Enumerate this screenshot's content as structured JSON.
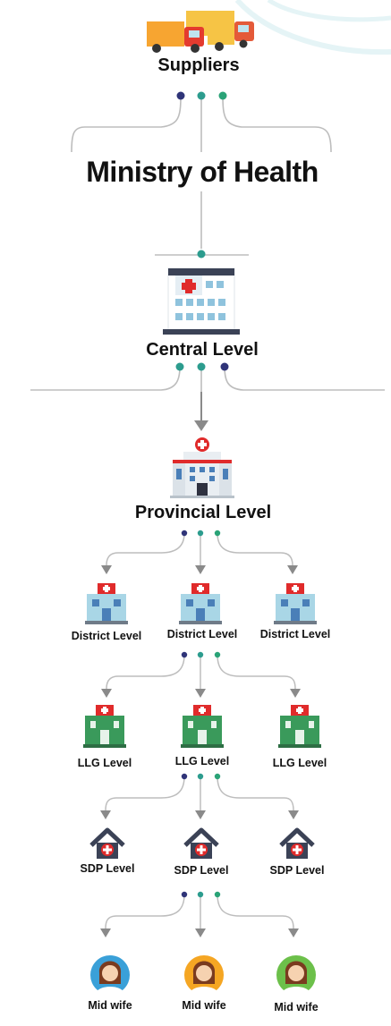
{
  "top": {
    "suppliers": "Suppliers",
    "ministry": "Ministry of Health"
  },
  "central": {
    "label": "Central Level"
  },
  "provincial": {
    "label": "Provincial Level"
  },
  "district": [
    "District Level",
    "District Level",
    "District Level"
  ],
  "llg": [
    "LLG Level",
    "LLG Level",
    "LLG Level"
  ],
  "sdp": [
    "SDP Level",
    "SDP Level",
    "SDP Level"
  ],
  "midwife": [
    "Mid wife",
    "Mid wife",
    "Mid wife"
  ],
  "colors": {
    "line": "#bdbdbd",
    "arrow": "#8a8a8a",
    "dot_navy": "#2f3478",
    "dot_teal": "#2c9c8e",
    "dot_green": "#2aa377",
    "llg_green": "#3a9a5b",
    "district_blue": "#a9d6e6",
    "sdp_navy": "#3b4256",
    "red": "#e02b2b",
    "watermark": "#e5f4f6"
  },
  "icons": {
    "suppliers": "trucks-icon",
    "central": "hospital-building-icon",
    "provincial": "hospital-icon",
    "district": "clinic-icon",
    "llg": "green-clinic-icon",
    "sdp": "house-cross-icon",
    "midwife": "female-nurse-avatar-icon"
  }
}
